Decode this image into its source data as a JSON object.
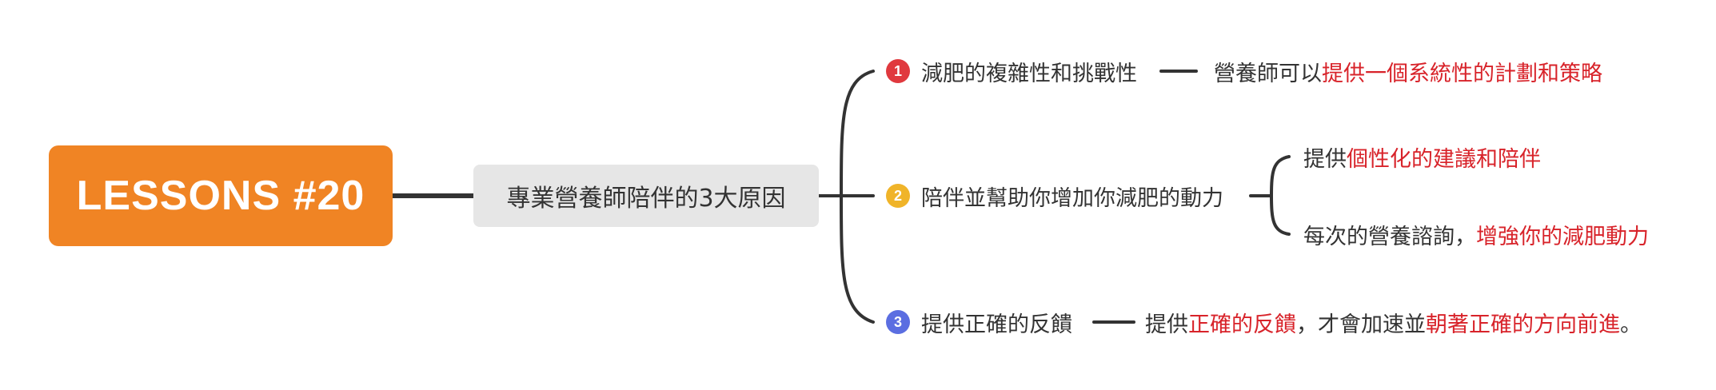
{
  "root": {
    "label": "LESSONS #20"
  },
  "center": {
    "label": "專業營養師陪伴的3大原因"
  },
  "branches": [
    {
      "number": "1",
      "badge_color": "#e0393e",
      "label": "減肥的複雜性和挑戰性",
      "leaves": [
        {
          "parts": [
            "營養師可以",
            "提供一個系統性的計劃和策略"
          ]
        }
      ]
    },
    {
      "number": "2",
      "badge_color": "#f0b429",
      "label": "陪伴並幫助你增加你減肥的動力",
      "leaves": [
        {
          "parts": [
            "提供",
            "個性化的建議和陪伴"
          ]
        },
        {
          "parts": [
            "每次的營養諮詢，",
            "增強你的減肥動力"
          ]
        }
      ]
    },
    {
      "number": "3",
      "badge_color": "#5b6ee1",
      "label": "提供正確的反饋",
      "leaves": [
        {
          "parts": [
            "提供",
            "正確的反饋",
            "，才會加速並",
            "朝著正確的方向前進",
            "。"
          ]
        }
      ]
    }
  ],
  "colors": {
    "root_bg": "#f08424",
    "center_bg": "#e6e6e6",
    "highlight": "#d8232a",
    "connector": "#333333"
  }
}
